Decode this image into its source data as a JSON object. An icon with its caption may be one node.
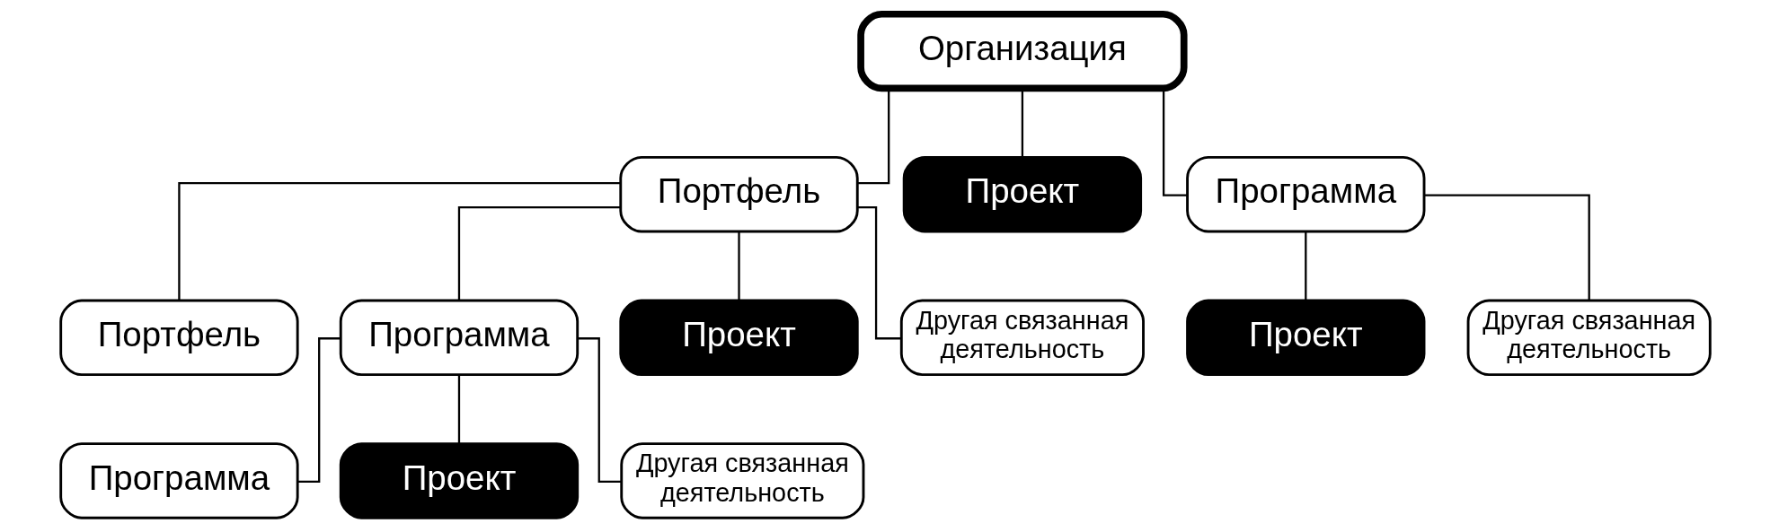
{
  "diagram": {
    "nodes": [
      {
        "text": [
          "Организация"
        ]
      },
      {
        "text": [
          "Портфель"
        ]
      },
      {
        "text": [
          "Проект"
        ]
      },
      {
        "text": [
          "Программа"
        ]
      },
      {
        "text": [
          "Портфель"
        ]
      },
      {
        "text": [
          "Программа"
        ]
      },
      {
        "text": [
          "Проект"
        ]
      },
      {
        "text": [
          "Другая связанная деятельность"
        ]
      },
      {
        "text": [
          "Проект"
        ]
      },
      {
        "text": [
          "Другая связанная деятельность"
        ]
      },
      {
        "text": [
          "Программа"
        ]
      },
      {
        "text": [
          "Проект"
        ]
      },
      {
        "text": [
          "Другая связанная деятельность"
        ]
      }
    ],
    "edges": [
      {
        "from": 0,
        "to": 1,
        "arrow": "none"
      },
      {
        "from": 0,
        "to": 2,
        "arrow": "none"
      },
      {
        "from": 0,
        "to": 3,
        "arrow": "none"
      },
      {
        "from": 1,
        "to": 4,
        "arrow": "none"
      },
      {
        "from": 1,
        "to": 5,
        "arrow": "none"
      },
      {
        "from": 1,
        "to": 6,
        "arrow": "none"
      },
      {
        "from": 1,
        "to": 7,
        "arrow": "none"
      },
      {
        "from": 3,
        "to": 8,
        "arrow": "none"
      },
      {
        "from": 3,
        "to": 9,
        "arrow": "none"
      },
      {
        "from": 5,
        "to": 10,
        "arrow": "none"
      },
      {
        "from": 5,
        "to": 11,
        "arrow": "none"
      },
      {
        "from": 5,
        "to": 12,
        "arrow": "none"
      }
    ]
  }
}
